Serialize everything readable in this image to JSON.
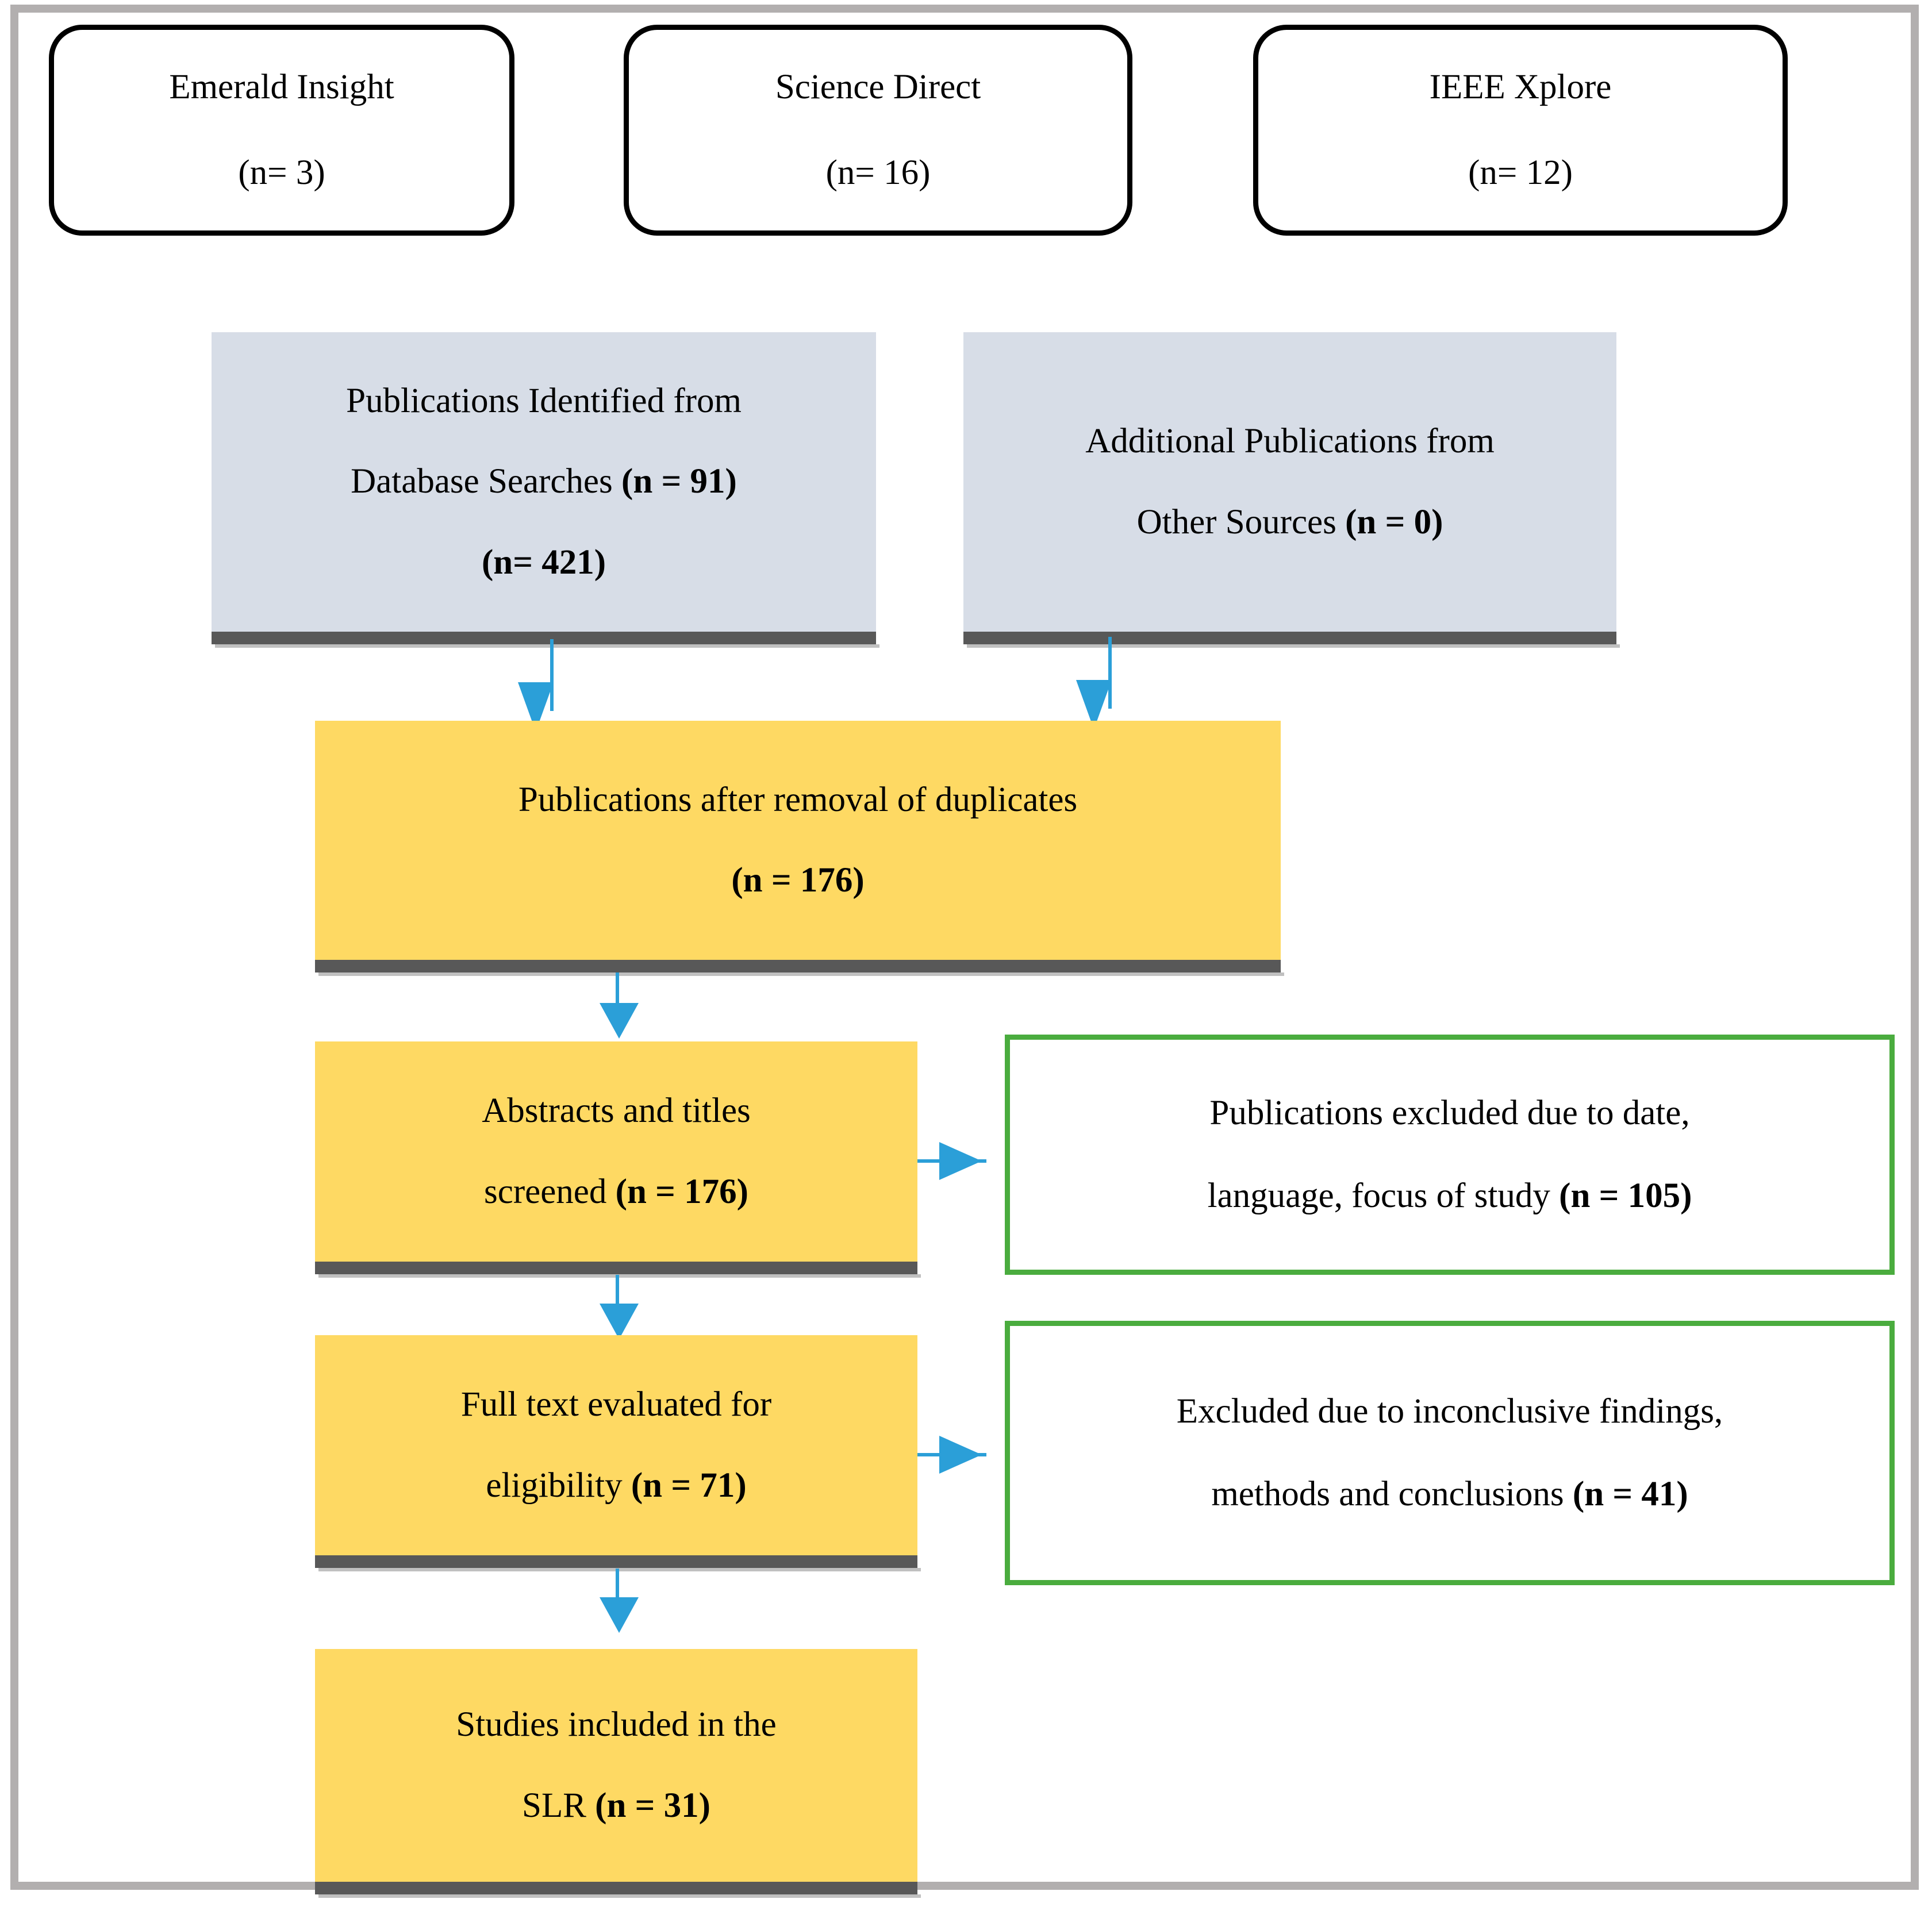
{
  "diagram": {
    "title": "PRISMA Flow Diagram",
    "colors": {
      "frame": "#b2afaf",
      "identification_fill": "#d7dde7",
      "process_fill": "#fed963",
      "exclusion_border": "#4aac3e",
      "arrow": "#2b9fd8",
      "shadow_bar": "#585858",
      "text": "#000000"
    },
    "sources": [
      {
        "name": "Emerald Insight",
        "count": "(n= 3)"
      },
      {
        "name": "Science Direct",
        "count": "(n= 16)"
      },
      {
        "name": "IEEE Xplore",
        "count": "(n= 12)"
      }
    ],
    "identification": [
      {
        "line1": "Publications Identified from",
        "line2_text": "Database Searches ",
        "line2_bold": "(n = 91)",
        "line3_bold": "(n= 421)"
      },
      {
        "line1": "Additional Publications from",
        "line2_text": "Other Sources ",
        "line2_bold": "(n = 0)"
      }
    ],
    "stages": [
      {
        "id": "duplicates-removed",
        "line1": "Publications after removal of duplicates",
        "line2_bold": "(n = 176)"
      },
      {
        "id": "abstracts-titles-screened",
        "line1": "Abstracts and titles",
        "line2_text": "screened ",
        "line2_bold": "(n = 176)"
      },
      {
        "id": "full-text-eligibility",
        "line1": "Full text evaluated for",
        "line2_text": "eligibility ",
        "line2_bold": "(n = 71)"
      },
      {
        "id": "studies-included",
        "line1": "Studies included in the",
        "line2_text": "SLR ",
        "line2_bold": "(n = 31)"
      }
    ],
    "exclusions": [
      {
        "id": "excluded-screening",
        "line1": "Publications excluded due to date,",
        "line2_text": "language, focus of study ",
        "line2_bold": "(n = 105)"
      },
      {
        "id": "excluded-eligibility",
        "line1": "Excluded due to inconclusive findings,",
        "line2_text": "methods and conclusions ",
        "line2_bold": "(n = 41)"
      }
    ]
  },
  "chart_data": {
    "type": "diagram",
    "title": "PRISMA Systematic Literature Review Flow",
    "nodes": [
      {
        "label": "Emerald Insight",
        "n": 3
      },
      {
        "label": "Science Direct",
        "n": 16
      },
      {
        "label": "IEEE Xplore",
        "n": 12
      },
      {
        "label": "Publications Identified from Database Searches",
        "n": 91,
        "n_alt": 421
      },
      {
        "label": "Additional Publications from Other Sources",
        "n": 0
      },
      {
        "label": "Publications after removal of duplicates",
        "n": 176
      },
      {
        "label": "Abstracts and titles screened",
        "n": 176
      },
      {
        "label": "Publications excluded due to date, language, focus of study",
        "n": 105
      },
      {
        "label": "Full text evaluated for eligibility",
        "n": 71
      },
      {
        "label": "Excluded due to inconclusive findings, methods and conclusions",
        "n": 41
      },
      {
        "label": "Studies included in the SLR",
        "n": 31
      }
    ]
  }
}
